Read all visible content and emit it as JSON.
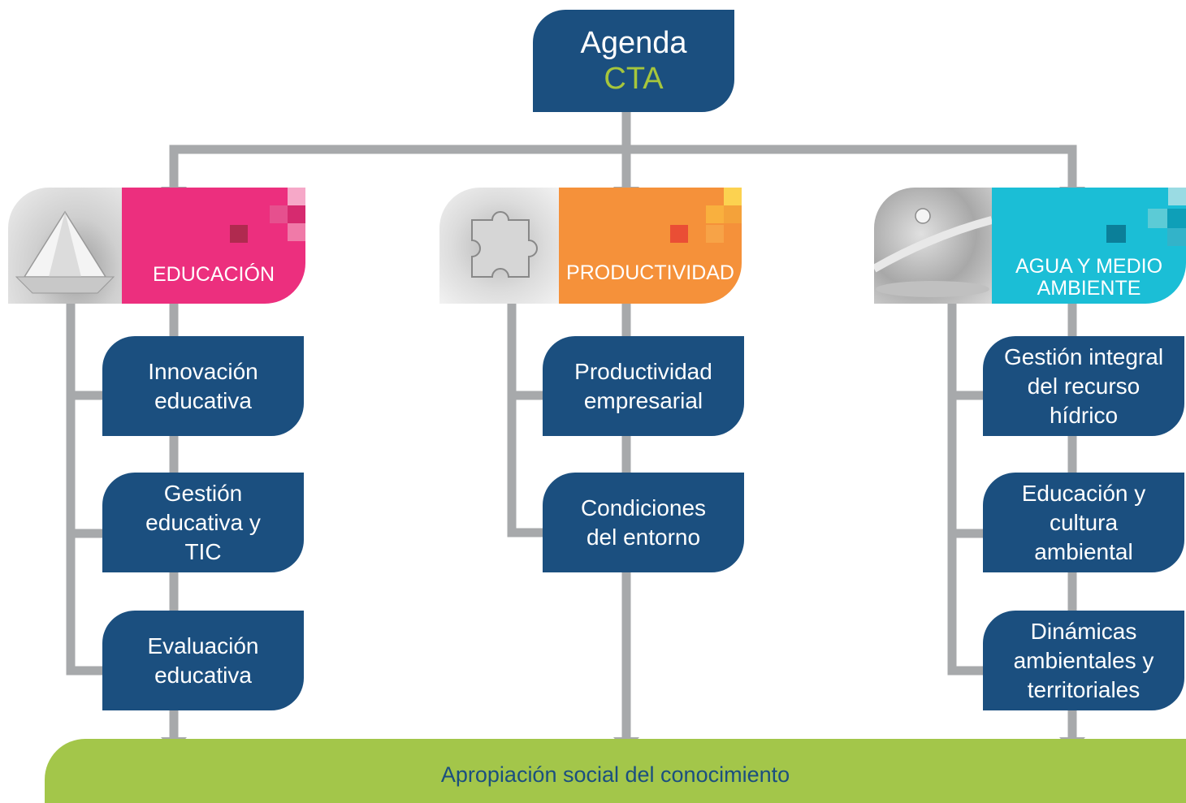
{
  "agenda": {
    "line1": "Agenda",
    "line2": "CTA"
  },
  "categories": [
    {
      "label": "EDUCACIÓN",
      "color": "#ec2f7e",
      "photo": "paper-boat-photo"
    },
    {
      "label": "PRODUCTIVIDAD",
      "color": "#f5913a",
      "photo": "puzzle-piece-photo"
    },
    {
      "label": "AGUA Y MEDIO AMBIENTE",
      "color": "#1bbed6",
      "photo": "water-drop-photo"
    }
  ],
  "education_items": [
    "Innovación educativa",
    "Gestión educativa y TIC",
    "Evaluación educativa"
  ],
  "productivity_items": [
    "Productividad empresarial",
    "Condiciones del entorno"
  ],
  "environment_items": [
    "Gestión integral del recurso hídrico",
    "Educación y cultura ambiental",
    "Dinámicas ambientales y territoriales"
  ],
  "footer": {
    "label": "Apropiación social del conocimiento"
  },
  "colors": {
    "navy": "#1b4f7f",
    "green": "#a3c64a",
    "lime_text": "#a6c63c",
    "connector_gray": "#a7a9ab"
  }
}
